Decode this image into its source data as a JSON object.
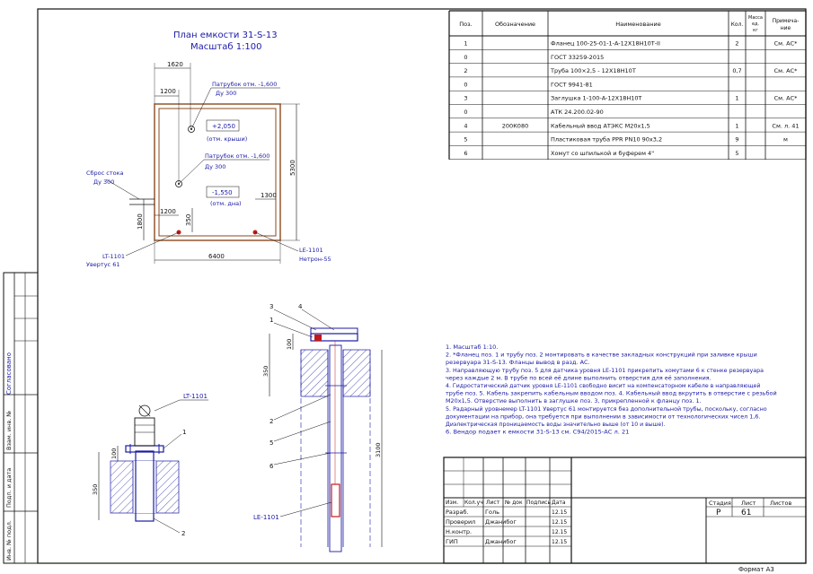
{
  "plan": {
    "title": "План емкости 31-S-13",
    "scale": "Масштаб 1:100",
    "dim_top": "1620",
    "dim_left": "1200",
    "dim_right": "5300",
    "dim_bottom": "6400",
    "dim_left_vert": "1800",
    "dim_bot_a": "1200",
    "dim_bot_b": "350",
    "dim_right_b": "1300",
    "nozzle1_l1": "Патрубок отм. -1,600",
    "nozzle1_l2": "Ду 300",
    "nozzle2_l1": "Патрубок отм. -1,600",
    "nozzle2_l2": "Ду 300",
    "elev_top": "+2,050",
    "elev_top_note": "(отм. крыши)",
    "elev_bot": "-1,550",
    "elev_bot_note": "(отм. дна)",
    "drain_l1": "Сброс стока",
    "drain_l2": "Ду 300",
    "lt_l1": "LT-1101",
    "lt_l2": "Увертус 61",
    "le_l1": "LE-1101",
    "le_l2": "Нетрон-55"
  },
  "spec": {
    "headers": [
      "Поз.",
      "Обозначение",
      "Наименование",
      "Кол.",
      "Масса ед. кг",
      "Примеча-ние"
    ],
    "rows": [
      [
        "1",
        "",
        "Фланец 100-25-01-1-A-12Х18Н10Т-II",
        "2",
        "",
        "См. АС*"
      ],
      [
        "0",
        "",
        "ГОСТ 33259-2015",
        "",
        "",
        ""
      ],
      [
        "2",
        "",
        "Труба 100×2,5 - 12Х18Н10Т",
        "0,7",
        "",
        "См. АС*"
      ],
      [
        "0",
        "",
        "ГОСТ 9941-81",
        "",
        "",
        ""
      ],
      [
        "3",
        "",
        "Заглушка 1-100-A-12Х18Н10Т",
        "1",
        "",
        "См. АС*"
      ],
      [
        "0",
        "",
        "АТК 24.200.02-90",
        "",
        "",
        ""
      ],
      [
        "4",
        "200К080",
        "Кабельный ввод АТЭКС М20х1,5",
        "1",
        "",
        "См. л. 41"
      ],
      [
        "5",
        "",
        "Пластиковая труба PPR PN10 90х3,2",
        "9",
        "",
        "м"
      ],
      [
        "6",
        "",
        "Хомут со шпилькой и буферем 4\"",
        "5",
        "",
        ""
      ]
    ]
  },
  "section_left": {
    "tag": "LT-1101",
    "dim_a": "100",
    "dim_b": "350",
    "pos1": "1",
    "pos2": "2"
  },
  "section_right": {
    "pos3": "3",
    "pos4": "4",
    "pos1": "1",
    "pos2": "2",
    "pos5": "5",
    "pos6": "6",
    "dim_a": "100",
    "dim_b": "350",
    "dim_c": "3100",
    "tag": "LE-1101"
  },
  "notes": [
    "1. Масштаб 1:10.",
    "2. *Фланец поз. 1 и трубу поз. 2 монтировать в качестве закладных конструкций при заливке крыши",
    "резервуара 31-S-13. Фланцы вывод в разд. АС.",
    "3. Направляющую трубу поз. 5 для датчика уровня LE-1101 прикрепить хомутами 6 к стенке резервуара",
    "через каждые 2 м. В трубе по всей её длине выполнить отверстия для её заполнения.",
    "4. Гидростатический датчик уровня LE-1101 свободно висит на компенсаторном кабеле в направляющей",
    "трубе поз. 5. Кабель закрепить кабельным вводом поз. 4. Кабельный ввод вкрутить в отверстие с резьбой",
    "М20х1,5. Отверстие выполнить в заглушке поз. 3, прикрепленной к фланцу поз. 1.",
    "5. Радарный уровнемер LT-1101 Увертус 61 монтируется без дополнительной трубы, поскольку, согласно",
    "документации на прибор, она требуется при выполнении в зависимости от технологических чисел 1,6.",
    "Диэлектрическая проницаемость воды значительно выше (от 10 и выше).",
    "6. Вендор подает к емкости 31-S-13 см. С94/2015-АС л. 21"
  ],
  "side_stamp": {
    "agreed": "Согласовано",
    "cells": [
      "Взам. инв. №",
      "Подп. и дата",
      "Инв. № подл."
    ]
  },
  "title_block": {
    "cols": [
      "Изм.",
      "Кол.уч",
      "Лист",
      "№ док",
      "Подпись",
      "Дата"
    ],
    "rows": [
      [
        "Разраб.",
        "Голь",
        "12.15"
      ],
      [
        "Проверил",
        "Джанибог",
        "12.15"
      ],
      [
        "Н.контр.",
        "",
        "12.15"
      ],
      [
        "ГИП",
        "Джанибог",
        "12.15"
      ]
    ],
    "stage_h": "Стадия",
    "sheet_h": "Лист",
    "sheets_h": "Листов",
    "stage": "Р",
    "sheet": "61"
  },
  "format": "Формат А3",
  "colors": {
    "blue": "#1a1aa6",
    "red": "#c41818",
    "brown": "#8b4a1e"
  }
}
